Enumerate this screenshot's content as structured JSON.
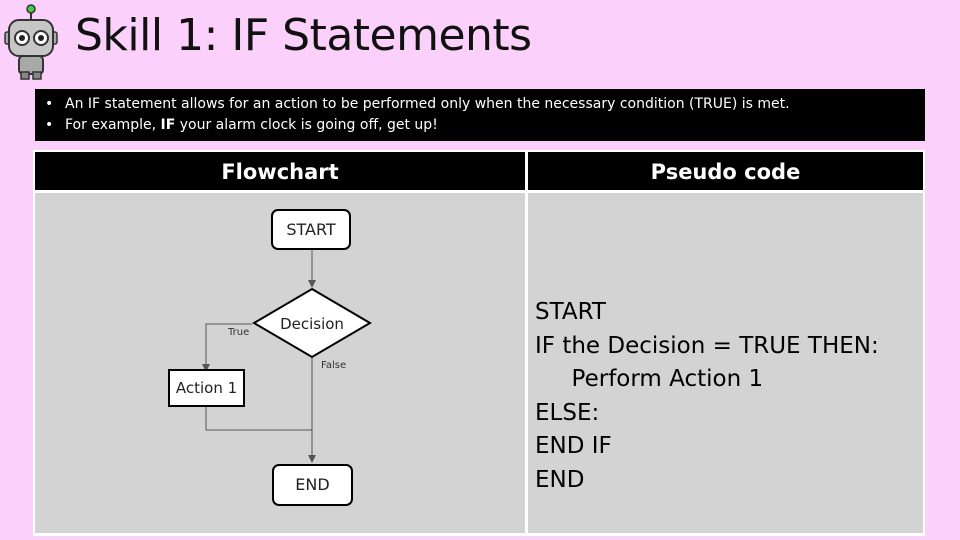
{
  "header": {
    "logo_icon": "robot-icon",
    "title": "Skill 1: IF Statements"
  },
  "intro": {
    "bullets": [
      "An IF statement allows for an action to be performed only when the necessary condition (TRUE) is met.",
      {
        "before": "For example, ",
        "bold": "IF",
        "after": " your alarm clock is going off, get up!"
      }
    ]
  },
  "table": {
    "headers": [
      "Flowchart",
      "Pseudo code"
    ],
    "flowchart": {
      "nodes": {
        "start": "START",
        "decision": "Decision",
        "action": "Action 1",
        "end": "END"
      },
      "edges": {
        "true_label": "True",
        "false_label": "False"
      }
    },
    "pseudocode": [
      "START",
      "IF the Decision = TRUE THEN:",
      "     Perform Action 1",
      "ELSE:",
      "END IF",
      "END"
    ]
  },
  "colors": {
    "background": "#fbd0fb",
    "header_bg": "#000000",
    "cell_bg": "#d3d3d3"
  }
}
